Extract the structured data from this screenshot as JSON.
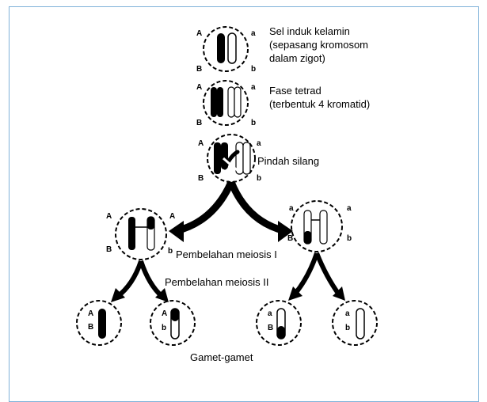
{
  "colors": {
    "frame": "#7fb2d9",
    "ink": "#000000",
    "paper": "#ffffff"
  },
  "stages": {
    "parent_cell": {
      "title": "Sel induk kelamin",
      "detail": "(sepasang kromosom dalam zigot)",
      "detail_line1": "(sepasang kromosom",
      "detail_line2": "dalam zigot)"
    },
    "tetrad": {
      "title": "Fase tetrad",
      "detail": "(terbentuk 4 kromatid)"
    },
    "crossing_over": {
      "title": "Pindah silang"
    },
    "meiosis_1": {
      "label": "Pembelahan meiosis I"
    },
    "meiosis_2": {
      "label": "Pembelahan meiosis II"
    },
    "gametes": {
      "label": "Gamet-gamet"
    }
  },
  "alleles": {
    "upper_dominant": "A",
    "upper_recessive": "a",
    "lower_dominant": "B",
    "lower_recessive": "b"
  }
}
